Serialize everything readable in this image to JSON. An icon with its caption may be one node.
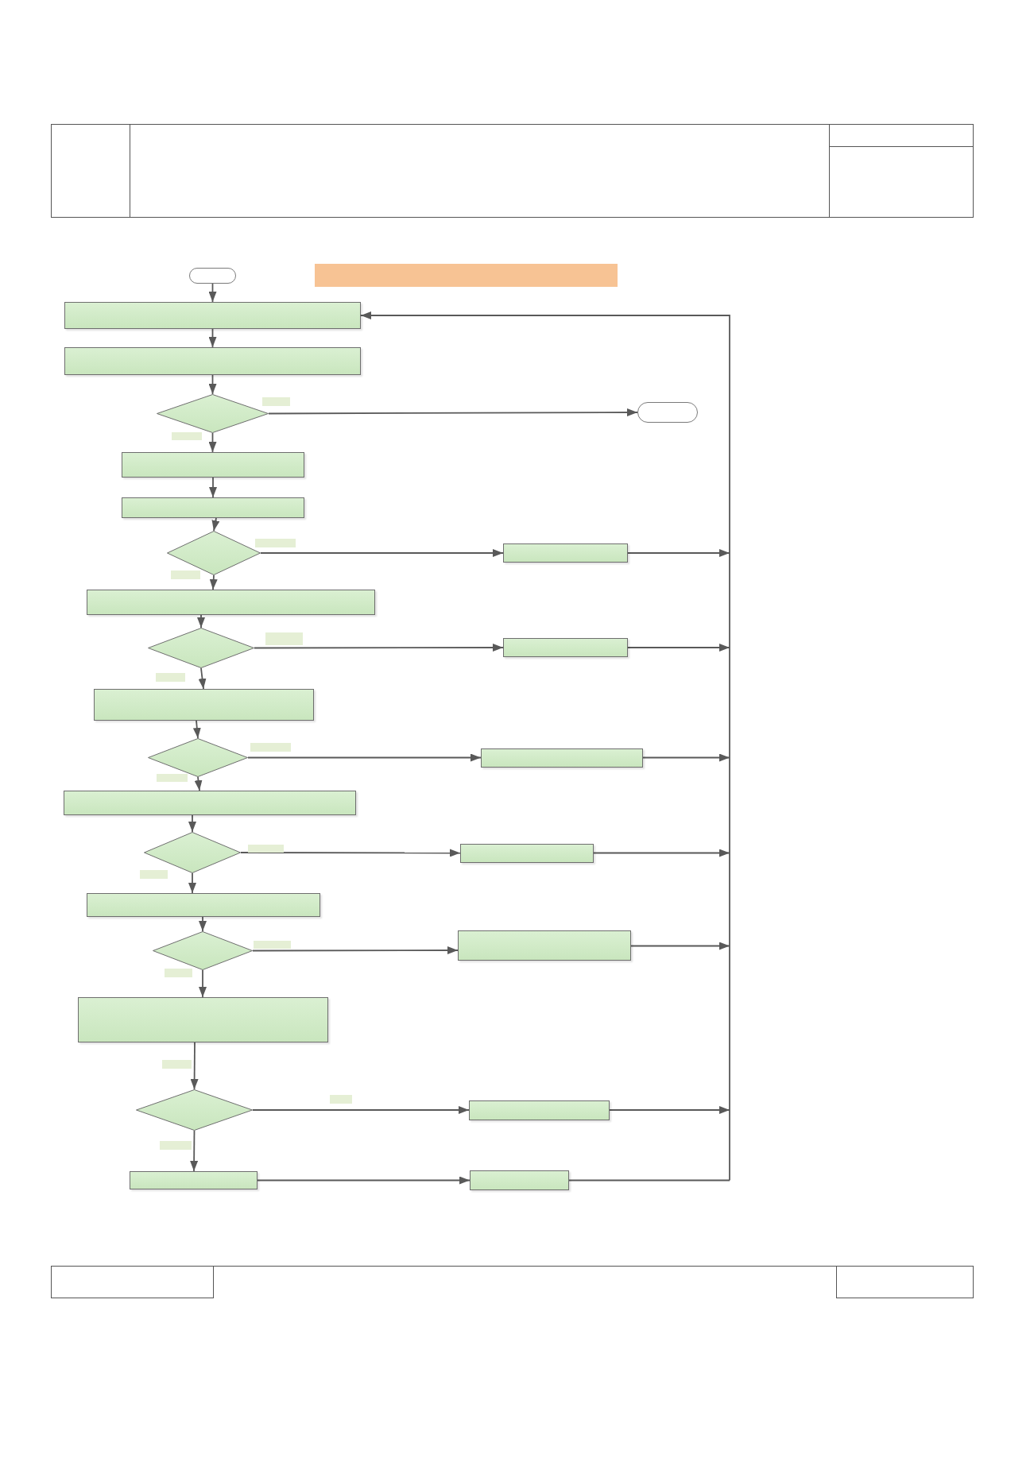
{
  "diagram": {
    "nodes": [
      {
        "text": [],
        "shape": "oval"
      },
      {
        "text": [],
        "shape": "bar"
      },
      {
        "text": [],
        "shape": "box"
      },
      {
        "text": [],
        "shape": "box"
      },
      {
        "text": [],
        "shape": "diamond"
      },
      {
        "text": [],
        "shape": "oval"
      },
      {
        "text": [],
        "shape": "box"
      },
      {
        "text": [],
        "shape": "box"
      },
      {
        "text": [],
        "shape": "diamond"
      },
      {
        "text": [],
        "shape": "box"
      },
      {
        "text": [],
        "shape": "box"
      },
      {
        "text": [],
        "shape": "diamond"
      },
      {
        "text": [],
        "shape": "box"
      },
      {
        "text": [],
        "shape": "box"
      },
      {
        "text": [],
        "shape": "diamond"
      },
      {
        "text": [],
        "shape": "box"
      },
      {
        "text": [],
        "shape": "box"
      },
      {
        "text": [],
        "shape": "diamond"
      },
      {
        "text": [],
        "shape": "box"
      },
      {
        "text": [],
        "shape": "box"
      },
      {
        "text": [],
        "shape": "diamond"
      },
      {
        "text": [],
        "shape": "box"
      },
      {
        "text": [],
        "shape": "box"
      },
      {
        "text": [],
        "shape": "diamond"
      },
      {
        "text": [],
        "shape": "box"
      },
      {
        "text": [],
        "shape": "box"
      },
      {
        "text": [],
        "shape": "box"
      }
    ],
    "edges": [
      {
        "from": 0,
        "to": 2,
        "arrow": "to"
      },
      {
        "from": 2,
        "to": 3,
        "arrow": "to"
      },
      {
        "from": 3,
        "to": 4,
        "arrow": "to"
      },
      {
        "from": 4,
        "to": 5,
        "arrow": "to"
      },
      {
        "from": 4,
        "to": 6,
        "arrow": "to"
      },
      {
        "from": 6,
        "to": 7,
        "arrow": "to"
      },
      {
        "from": 7,
        "to": 8,
        "arrow": "to"
      },
      {
        "from": 8,
        "to": 9,
        "arrow": "to"
      },
      {
        "from": 8,
        "to": 10,
        "arrow": "to"
      },
      {
        "from": 10,
        "to": 11,
        "arrow": "to"
      },
      {
        "from": 11,
        "to": 12,
        "arrow": "to"
      },
      {
        "from": 11,
        "to": 13,
        "arrow": "to"
      },
      {
        "from": 13,
        "to": 14,
        "arrow": "to"
      },
      {
        "from": 14,
        "to": 15,
        "arrow": "to"
      },
      {
        "from": 14,
        "to": 16,
        "arrow": "to"
      },
      {
        "from": 16,
        "to": 17,
        "arrow": "to"
      },
      {
        "from": 17,
        "to": 18,
        "arrow": "to"
      },
      {
        "from": 17,
        "to": 19,
        "arrow": "to"
      },
      {
        "from": 19,
        "to": 20,
        "arrow": "to"
      },
      {
        "from": 20,
        "to": 21,
        "arrow": "to"
      },
      {
        "from": 20,
        "to": 22,
        "arrow": "to"
      },
      {
        "from": 22,
        "to": 23,
        "arrow": "to"
      },
      {
        "from": 23,
        "to": 24,
        "arrow": "to"
      },
      {
        "from": 23,
        "to": 25,
        "arrow": "to"
      },
      {
        "from": 25,
        "to": 26,
        "arrow": "to"
      },
      {
        "from": 9,
        "to": 2,
        "arrow": "to"
      },
      {
        "from": 12,
        "to": 2,
        "arrow": "to"
      },
      {
        "from": 15,
        "to": 2,
        "arrow": "to"
      },
      {
        "from": 18,
        "to": 2,
        "arrow": "to"
      },
      {
        "from": 21,
        "to": 2,
        "arrow": "to"
      },
      {
        "from": 24,
        "to": 2,
        "arrow": "to"
      },
      {
        "from": 26,
        "to": 2,
        "arrow": "to"
      }
    ]
  }
}
